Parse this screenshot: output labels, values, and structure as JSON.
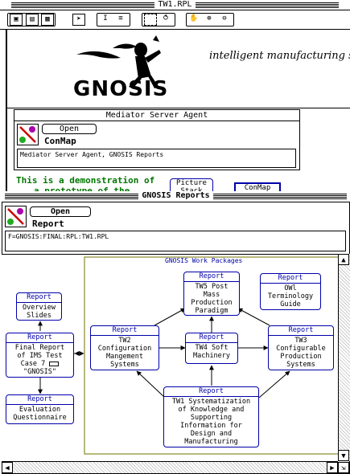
{
  "main_window": {
    "title": "TW1.RPL",
    "toolbar": {
      "icons": [
        "floppy-icon",
        "print-preview-icon",
        "printer-icon",
        "arrow-pointer-icon",
        "text-cursor-icon",
        "text-block-icon",
        "marquee-select-icon",
        "lasso-icon",
        "hand-icon",
        "zoom-in-icon",
        "zoom-out-icon"
      ]
    },
    "banner_tagline": "intelligent manufacturing s",
    "logo_text": "GNOSIS",
    "agent_panel": {
      "title": "Mediator Server Agent",
      "open_label": "Open",
      "doc_name": "ConMap",
      "description": "Mediator Server Agent, GNOSIS Reports"
    },
    "demo_text_line1": "This is a demonstration of",
    "demo_text_line2": "a prototype of the",
    "picture_button_label": "Picture",
    "picture_button_sub": "Stack",
    "conmap_button_label": "ConMap"
  },
  "reports_window": {
    "title": "GNOSIS Reports",
    "open_label": "Open",
    "doc_name": "Report",
    "path": "F=GNOSIS:FINAL:RPL:TW1.RPL",
    "work_packages_title": "GNOSIS Work Packages",
    "nodes": {
      "overview": {
        "header": "Report",
        "lines": [
          "Overview",
          "Slides"
        ]
      },
      "final": {
        "header": "Report",
        "lines": [
          "Final Report",
          "of IMS Test",
          "Case 7",
          "\"GNOSIS\""
        ]
      },
      "evaluation": {
        "header": "Report",
        "lines": [
          "Evaluation",
          "Questionnaire"
        ]
      },
      "tw5": {
        "header": "Report",
        "lines": [
          "TW5 Post",
          "Mass",
          "Production",
          "Paradigm"
        ]
      },
      "owl": {
        "header": "Report",
        "lines": [
          "OWl",
          "Terminology",
          "Guide"
        ]
      },
      "tw2": {
        "header": "Report",
        "lines": [
          "TW2",
          "Configuration",
          "Mangement",
          "Systems"
        ]
      },
      "tw4": {
        "header": "Report",
        "lines": [
          "TW4 Soft",
          "Machinery"
        ]
      },
      "tw3": {
        "header": "Report",
        "lines": [
          "TW3",
          "Configurable",
          "Production",
          "Systems"
        ]
      },
      "tw1": {
        "header": "Report",
        "lines": [
          "TW1 Systematization",
          "of Knowledge and",
          "Supporting",
          "Information for",
          "Design and",
          "Manufacturing"
        ]
      }
    }
  },
  "colors": {
    "accent_blue": "#0000aa",
    "demo_green": "#007700",
    "frame_olive": "#8a8a2a"
  }
}
